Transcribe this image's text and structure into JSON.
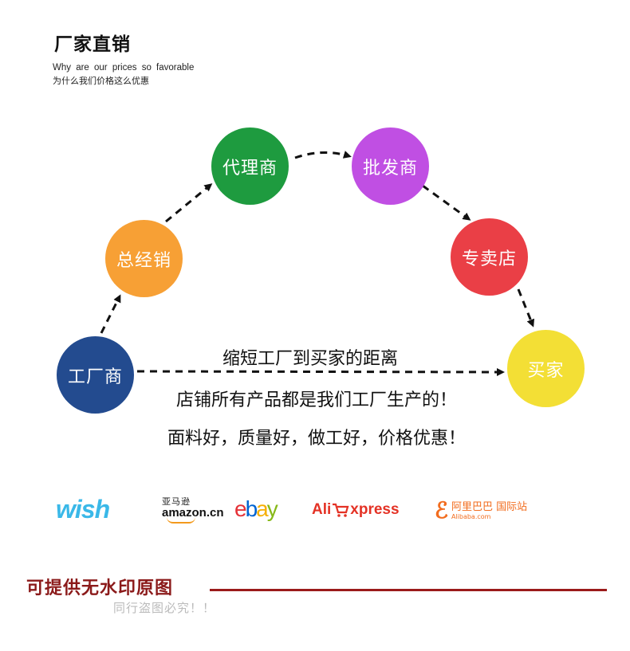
{
  "header": {
    "title": "厂家直销",
    "subtitle_en": "Why are our prices so favorable",
    "subtitle_cn": "为什么我们价格这么优惠"
  },
  "flow": {
    "nodes": [
      {
        "id": "factory",
        "label": "工厂商",
        "color": "#234b8f"
      },
      {
        "id": "general",
        "label": "总经销",
        "color": "#f7a035"
      },
      {
        "id": "agent",
        "label": "代理商",
        "color": "#1e9b3f"
      },
      {
        "id": "wholesale",
        "label": "批发商",
        "color": "#c04fe3"
      },
      {
        "id": "store",
        "label": "专卖店",
        "color": "#ea3f46"
      },
      {
        "id": "buyer",
        "label": "买家",
        "color": "#f3df35"
      }
    ],
    "shortcut_label": "缩短工厂到买家的距离",
    "line2": "店铺所有产品都是我们工厂生产的！",
    "line3": "面料好，质量好，做工好，价格优惠！"
  },
  "logos": {
    "wish": "wish",
    "amazon_cn": "亚马逊",
    "amazon_en": "amazon.cn",
    "ebay": [
      "e",
      "b",
      "a",
      "y"
    ],
    "ebay_colors": [
      "#e53238",
      "#0064d2",
      "#f5af02",
      "#86b817"
    ],
    "ali_prefix": "Ali",
    "ali_suffix": "xpress",
    "alibaba_mark": "ℰ",
    "alibaba_cn": "阿里巴巴 国际站",
    "alibaba_en": "Alibaba.com"
  },
  "footer": {
    "no_watermark": "可提供无水印原图",
    "warning": "同行盗图必究！！"
  }
}
